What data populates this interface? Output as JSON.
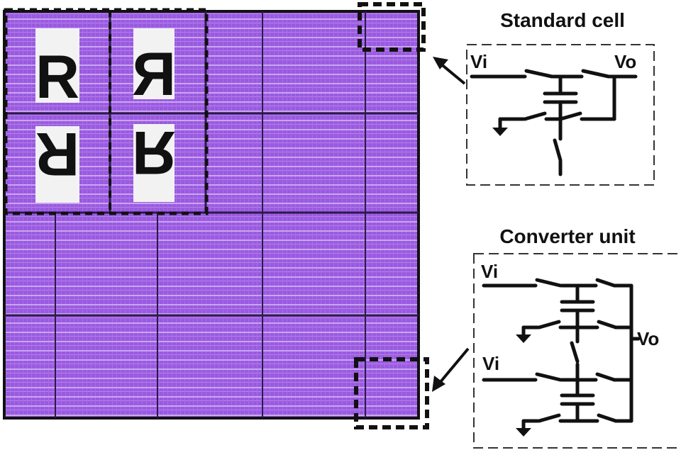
{
  "standard_cell": {
    "title": "Standard cell",
    "input_label": "Vi",
    "output_label": "Vo"
  },
  "converter_unit": {
    "title": "Converter unit",
    "input_label_top": "Vi",
    "input_label_bottom": "Vi",
    "output_label": "Vo"
  },
  "chip": {
    "orientation_letters": [
      "R",
      "R",
      "R",
      "R"
    ]
  },
  "colors": {
    "chip_fill": "#9a5ae0",
    "chip_light": "#c9a6f2",
    "chip_dark": "#2c1a4a",
    "line": "#111111"
  }
}
